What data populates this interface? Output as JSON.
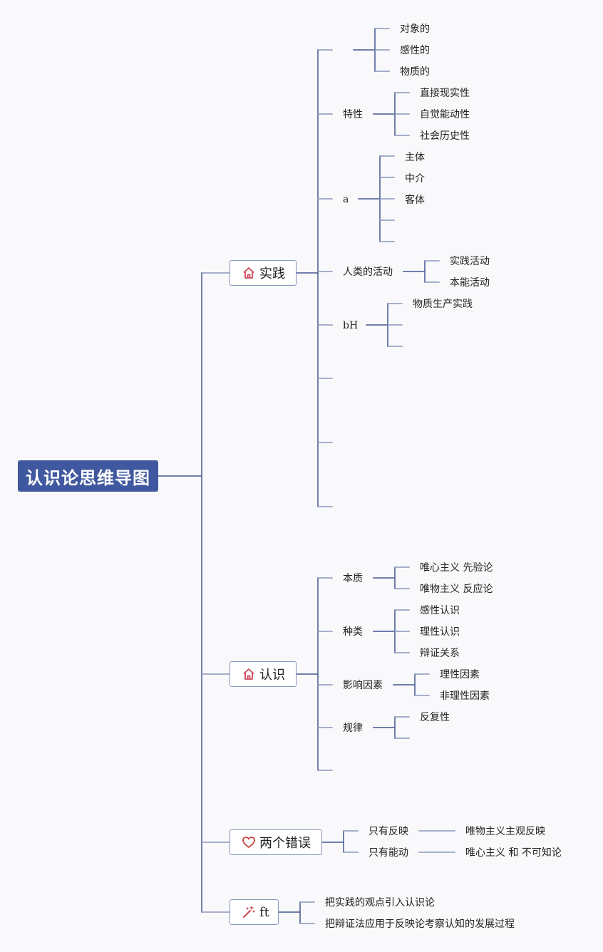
{
  "colors": {
    "root_bg": "#3f58a0",
    "line": "#8a96bd",
    "line_dark": "#42568f",
    "house_icon": "#d04a5d",
    "heart_icon": "#c8453f",
    "wand_icon": "#c9444d"
  },
  "root": {
    "title": "认识论思维导图"
  },
  "practice": {
    "title": "实践",
    "icon": "house-icon",
    "group1": {
      "items": [
        "对象的",
        "感性的",
        "物质的"
      ]
    },
    "features": {
      "label": "特性",
      "items": [
        "直接现实性",
        "自觉能动性",
        "社会历史性"
      ]
    },
    "structure": {
      "label": "a",
      "items": [
        "主体",
        "中介",
        "客体"
      ]
    },
    "human": {
      "label": "人类的活动",
      "items": [
        "实践活动",
        "本能活动"
      ]
    },
    "forms": {
      "label": "bH",
      "items": [
        "物质生产实践"
      ]
    }
  },
  "cognition": {
    "title": "认识",
    "icon": "house-icon",
    "essence": {
      "label": "本质",
      "items": [
        "唯心主义 先验论",
        "唯物主义 反应论"
      ]
    },
    "kinds": {
      "label": "种类",
      "items": [
        "感性认识",
        "理性认识",
        "辩证关系"
      ]
    },
    "factors": {
      "label": "影响因素",
      "items": [
        "理性因素",
        "非理性因素"
      ]
    },
    "laws": {
      "label": "规律",
      "items": [
        "反复性"
      ]
    }
  },
  "errors": {
    "title": "两个错误",
    "icon": "heart-icon",
    "items": [
      {
        "label": "只有反映",
        "result": "唯物主义主观反映"
      },
      {
        "label": "只有能动",
        "result": "唯心主义 和 不可知论"
      }
    ]
  },
  "ft": {
    "title": "ft",
    "icon": "magic-wand-icon",
    "items": [
      "把实践的观点引入认识论",
      "把辩证法应用于反映论考察认知的发展过程"
    ]
  }
}
